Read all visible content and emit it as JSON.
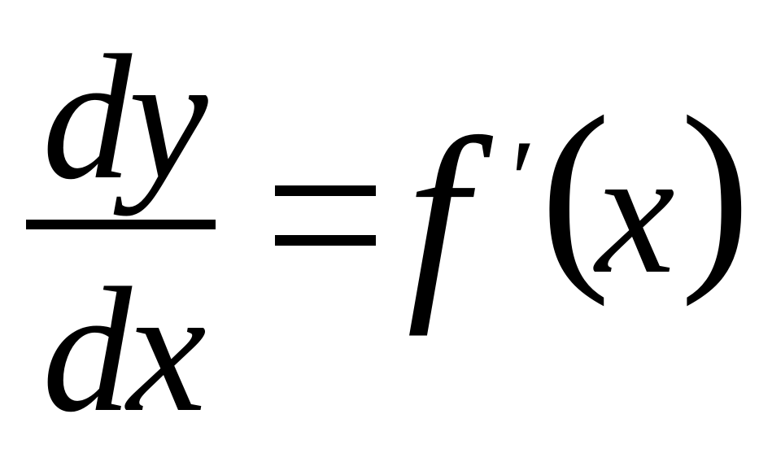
{
  "equation": {
    "numerator": "dy",
    "denominator": "dx",
    "equals_sign": "=",
    "function_name": "f",
    "prime": "′",
    "open_paren": "(",
    "variable": "x",
    "close_paren": ")"
  },
  "colors": {
    "text": "#000000",
    "background": "#ffffff"
  }
}
